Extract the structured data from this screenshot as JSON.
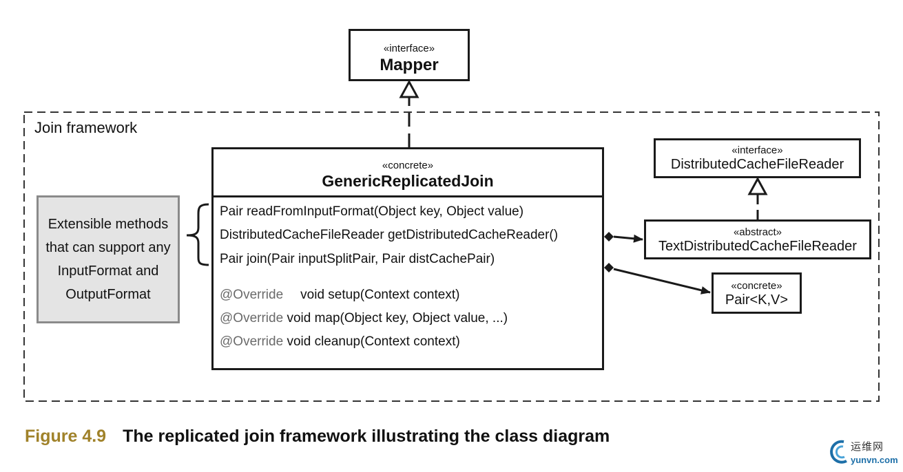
{
  "framework": {
    "label": "Join framework"
  },
  "mapper": {
    "stereotype": "«interface»",
    "name": "Mapper"
  },
  "generic_join": {
    "stereotype": "«concrete»",
    "name": "GenericReplicatedJoin",
    "methods": [
      {
        "text": "Pair readFromInputFormat(Object key, Object value)"
      },
      {
        "text": "DistributedCacheFileReader getDistributedCacheReader()"
      },
      {
        "text": "Pair join(Pair inputSplitPair, Pair distCachePair)"
      }
    ],
    "overrides": [
      {
        "annotation": "@Override",
        "text": "void setup(Context context)"
      },
      {
        "annotation": "@Override",
        "text": "void map(Object key, Object value, ...)"
      },
      {
        "annotation": "@Override",
        "text": "void cleanup(Context context)"
      }
    ]
  },
  "dist_cache_reader": {
    "stereotype": "«interface»",
    "name": "DistributedCacheFileReader"
  },
  "text_dist_cache_reader": {
    "stereotype": "«abstract»",
    "name": "TextDistributedCacheFileReader"
  },
  "pair": {
    "stereotype": "«concrete»",
    "name": "Pair<K,V>"
  },
  "extensible_note": {
    "text": "Extensible methods that can support any InputFormat and OutputFormat"
  },
  "caption": {
    "number": "Figure 4.9",
    "text": "The replicated join framework illustrating the class diagram"
  },
  "watermark": {
    "chinese": "运维网",
    "url": "yunvn.com"
  },
  "colors": {
    "line": "#1a1a1a",
    "note_fill": "#e4e4e4",
    "note_border": "#8a8a8a",
    "annotation_text": "#6a6a6a",
    "caption_number": "#a0822a",
    "watermark_url": "#1d6fa8"
  }
}
